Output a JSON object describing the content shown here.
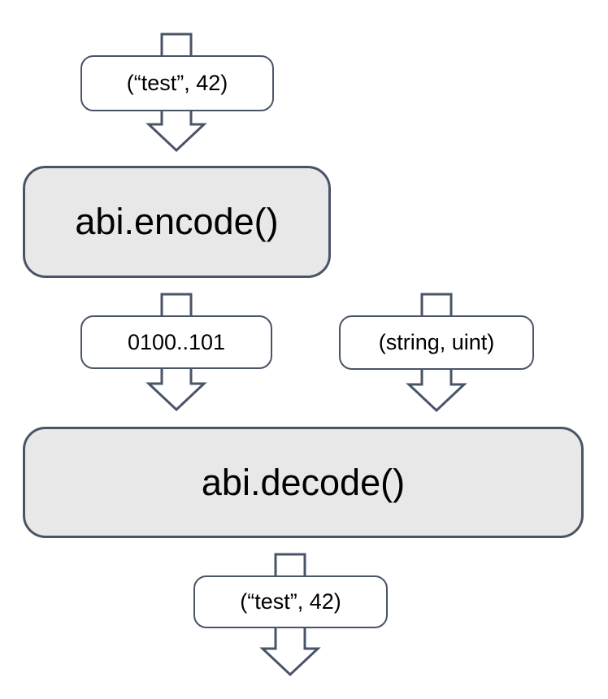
{
  "colors": {
    "stroke": "#4a5468",
    "process_fill": "#e8e8e8",
    "io_fill": "#ffffff",
    "text": "#000000"
  },
  "nodes": {
    "input_value": {
      "label": "(“test”, 42)"
    },
    "encode": {
      "label": "abi.encode()"
    },
    "encoded_bytes": {
      "label": "0100..101"
    },
    "type_spec": {
      "label": "(string, uint)"
    },
    "decode": {
      "label": "abi.decode()"
    },
    "output_value": {
      "label": "(“test”, 42)"
    }
  }
}
